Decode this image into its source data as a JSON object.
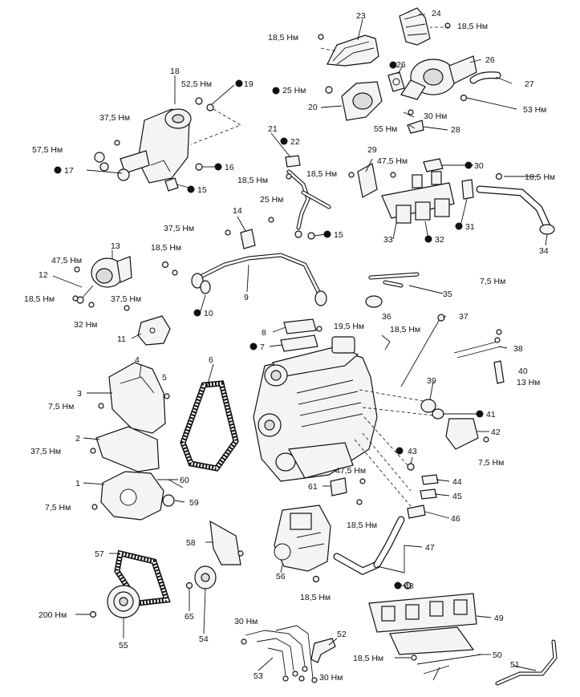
{
  "callouts": [
    {
      "id": "c1",
      "text": "1"
    },
    {
      "id": "c2",
      "text": "2"
    },
    {
      "id": "c3",
      "text": "3"
    },
    {
      "id": "c4",
      "text": "4"
    },
    {
      "id": "c5",
      "text": "5"
    },
    {
      "id": "c6",
      "text": "6"
    },
    {
      "id": "c7",
      "text": "7"
    },
    {
      "id": "c8",
      "text": "8"
    },
    {
      "id": "c9",
      "text": "9"
    },
    {
      "id": "c10",
      "text": "10"
    },
    {
      "id": "c11",
      "text": "11"
    },
    {
      "id": "c12",
      "text": "12"
    },
    {
      "id": "c13",
      "text": "13"
    },
    {
      "id": "c14",
      "text": "14"
    },
    {
      "id": "c15a",
      "text": "15"
    },
    {
      "id": "c15b",
      "text": "15"
    },
    {
      "id": "c16",
      "text": "16"
    },
    {
      "id": "c17",
      "text": "17"
    },
    {
      "id": "c18",
      "text": "18"
    },
    {
      "id": "c19",
      "text": "19"
    },
    {
      "id": "c20",
      "text": "20"
    },
    {
      "id": "c21",
      "text": "21"
    },
    {
      "id": "c22",
      "text": "22"
    },
    {
      "id": "c23",
      "text": "23"
    },
    {
      "id": "c24",
      "text": "24"
    },
    {
      "id": "c25a",
      "text": "25"
    },
    {
      "id": "c26",
      "text": "26"
    },
    {
      "id": "c27",
      "text": "27"
    },
    {
      "id": "c28",
      "text": "28"
    },
    {
      "id": "c29",
      "text": "29"
    },
    {
      "id": "c30",
      "text": "30"
    },
    {
      "id": "c31",
      "text": "31"
    },
    {
      "id": "c32",
      "text": "32"
    },
    {
      "id": "c33",
      "text": "33"
    },
    {
      "id": "c34",
      "text": "34"
    },
    {
      "id": "c35",
      "text": "35"
    },
    {
      "id": "c36",
      "text": "36"
    },
    {
      "id": "c37",
      "text": "37"
    },
    {
      "id": "c38",
      "text": "38"
    },
    {
      "id": "c39",
      "text": "39"
    },
    {
      "id": "c40",
      "text": "40"
    },
    {
      "id": "c41",
      "text": "41"
    },
    {
      "id": "c42",
      "text": "42"
    },
    {
      "id": "c43",
      "text": "43"
    },
    {
      "id": "c44",
      "text": "44"
    },
    {
      "id": "c45",
      "text": "45"
    },
    {
      "id": "c46",
      "text": "46"
    },
    {
      "id": "c47",
      "text": "47"
    },
    {
      "id": "c48",
      "text": "48"
    },
    {
      "id": "c49",
      "text": "49"
    },
    {
      "id": "c50",
      "text": "50"
    },
    {
      "id": "c51",
      "text": "51"
    },
    {
      "id": "c52",
      "text": "52"
    },
    {
      "id": "c53",
      "text": "53"
    },
    {
      "id": "c54",
      "text": "54"
    },
    {
      "id": "c55",
      "text": "55"
    },
    {
      "id": "c56",
      "text": "56"
    },
    {
      "id": "c57",
      "text": "57"
    },
    {
      "id": "c58",
      "text": "58"
    },
    {
      "id": "c59",
      "text": "59"
    },
    {
      "id": "c60",
      "text": "60"
    },
    {
      "id": "c61",
      "text": "61"
    }
  ],
  "torques": {
    "t_18_5_top": "18,5 Нм",
    "t_18_5_topright": "18,5 Нм",
    "t_52_5": "52,5 Нм",
    "t_25_right": "25 Нм",
    "t_37_5_a": "37,5 Нм",
    "t_57_5": "57,5 Нм",
    "t_30_a": "30 Нм",
    "t_55": "55 Нм",
    "t_53": "53 Нм",
    "t_47_5_a": "47,5 Нм",
    "t_18_5_m1": "18,5 Нм",
    "t_18_5_m2": "18,5 Нм",
    "t_18_5_m3": "18,5 Нм",
    "t_25_mid": "25 Нм",
    "t_37_5_b": "37,5 Нм",
    "t_18_5_m4": "18,5 Нм",
    "t_47_5_b": "47,5 Нм",
    "t_18_5_m5": "18,5 Нм",
    "t_32": "32 Нм",
    "t_37_5_c": "37,5 Нм",
    "t_7_5_a": "7,5 Нм",
    "t_19_5": "19,5 Нм",
    "t_18_5_m6": "18,5 Нм",
    "t_13": "13 Нм",
    "t_7_5_b": "7,5 Нм",
    "t_37_5_d": "37,5 Нм",
    "t_7_5_c": "7,5 Нм",
    "t_7_5_d": "7,5 Нм",
    "t_47_5_c": "47,5 Нм",
    "t_18_5_m7": "18,5 Нм",
    "t_200": "200 Нм",
    "t_18_5_m8": "18,5 Нм",
    "t_30_b": "30 Нм",
    "t_30_c": "30 Нм",
    "t_18_5_m9": "18,5 Нм"
  }
}
